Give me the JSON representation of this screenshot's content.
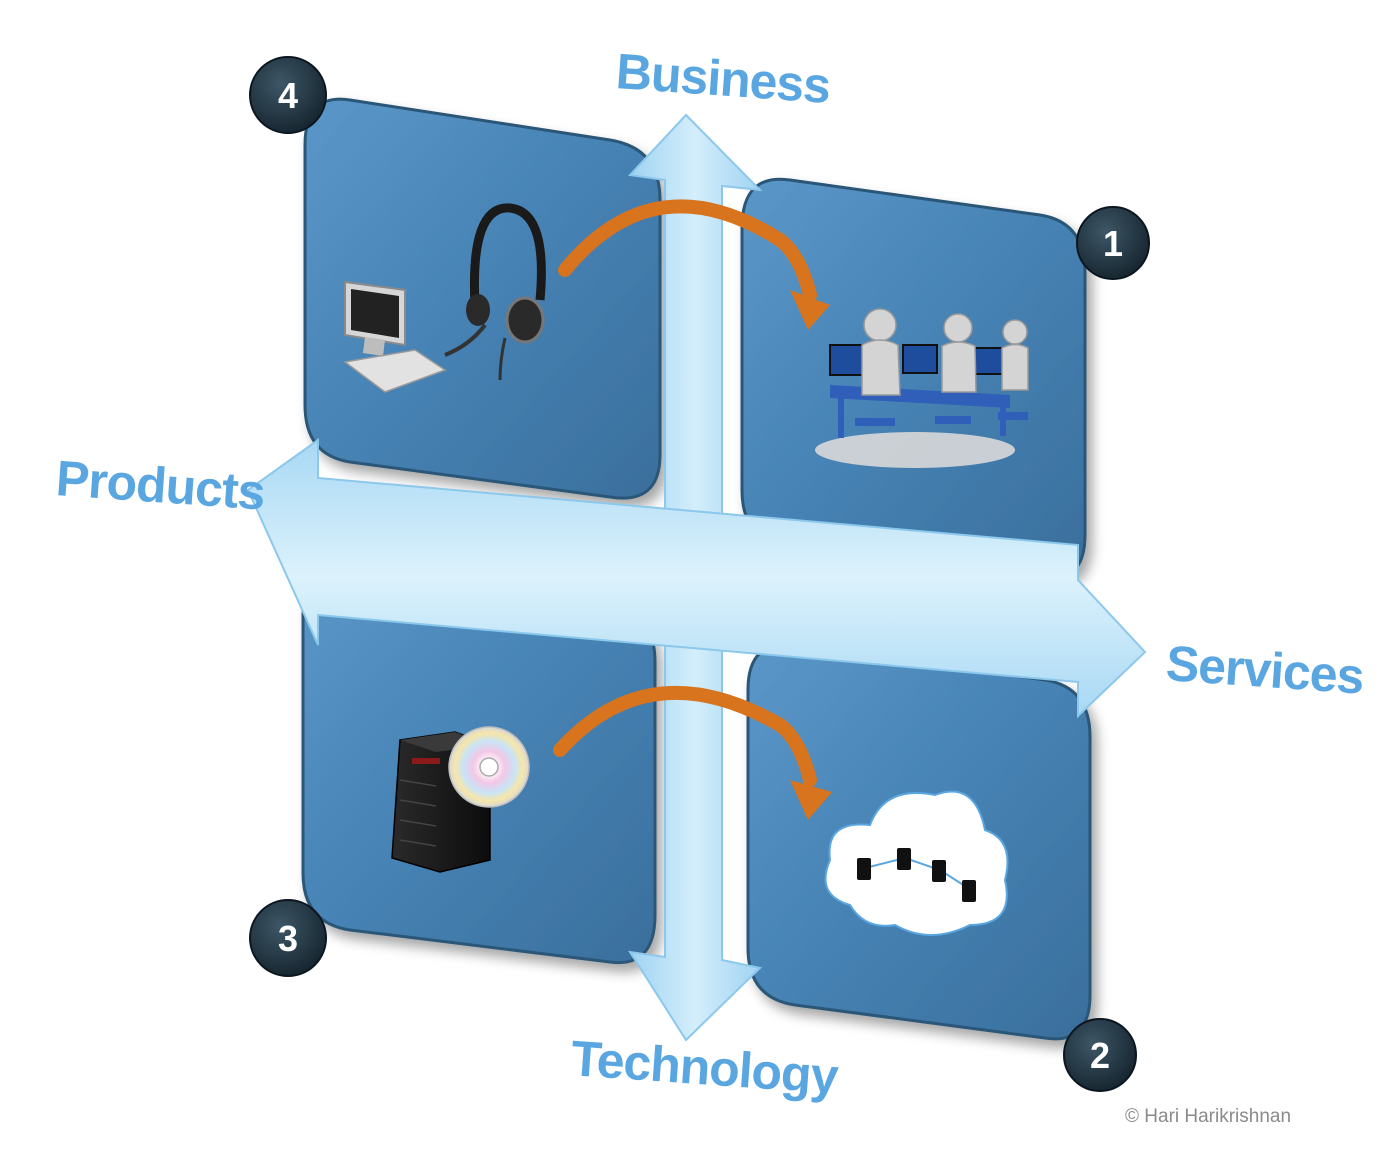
{
  "axes": {
    "top": "Business",
    "bottom": "Technology",
    "left": "Products",
    "right": "Services"
  },
  "quadrants": [
    {
      "number": "1",
      "icon": "call-center-team-icon"
    },
    {
      "number": "2",
      "icon": "cloud-network-icon"
    },
    {
      "number": "3",
      "icon": "server-software-icon"
    },
    {
      "number": "4",
      "icon": "computer-headset-icon"
    }
  ],
  "copyright": "© Hari Harikrishnan",
  "colors": {
    "tile": "#4682b4",
    "arrow": "#c6e8fa",
    "label": "#5aa6e0",
    "badge": "#1f3340",
    "curve_arrow": "#d8731e"
  }
}
